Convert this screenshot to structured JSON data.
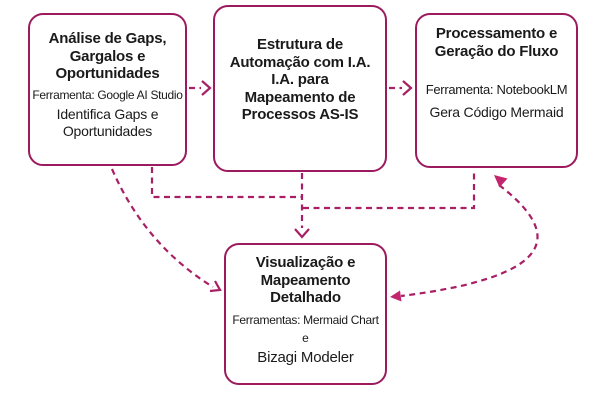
{
  "diagram": {
    "type": "flowchart",
    "colors": {
      "box_border": "#9C1B5E",
      "connector": "#A81F63",
      "arrowhead_filled": "#C2256E",
      "text": "#1a1a1a",
      "background": "#ffffff"
    },
    "boxes": {
      "gaps": {
        "title_lines": [
          "Análise de Gaps,",
          "Gargalos e",
          "Oportunidades"
        ],
        "tool": "Ferramenta: Google AI Studio",
        "desc_lines": [
          "Identifica Gaps e",
          "Oportunidades"
        ]
      },
      "estrutura": {
        "title_lines": [
          "Estrutura de",
          "Automação com I.A.",
          "I.A. para",
          "Mapeamento de",
          "Processos AS-IS"
        ]
      },
      "processamento": {
        "title_lines": [
          "Processamento e",
          "Geração do Fluxo"
        ],
        "tool": "Ferramenta: NotebookLM",
        "desc": "Gera Código Mermaid"
      },
      "visualizacao": {
        "title_lines": [
          "Visualização e",
          "Mapeamento",
          "Detalhado"
        ],
        "tool": "Ferramentas: Mermaid Chart",
        "conjunction": "e",
        "desc": "Bizagi Modeler"
      }
    },
    "connections": [
      {
        "from": "gaps",
        "to": "estrutura",
        "style": "dashed-open-arrow"
      },
      {
        "from": "estrutura",
        "to": "processamento",
        "style": "dashed-open-arrow"
      },
      {
        "from": "estrutura",
        "to": "visualizacao",
        "style": "dashed-open-arrow"
      },
      {
        "from": "gaps",
        "to": "visualizacao",
        "style": "dashed-elbow"
      },
      {
        "from": "visualizacao",
        "to": "processamento",
        "style": "dashed-elbow"
      },
      {
        "from": "gaps",
        "to": "visualizacao",
        "style": "dashed-curve-arrow"
      },
      {
        "from": "visualizacao",
        "to": "processamento",
        "style": "dashed-curve-double-arrow"
      }
    ]
  }
}
